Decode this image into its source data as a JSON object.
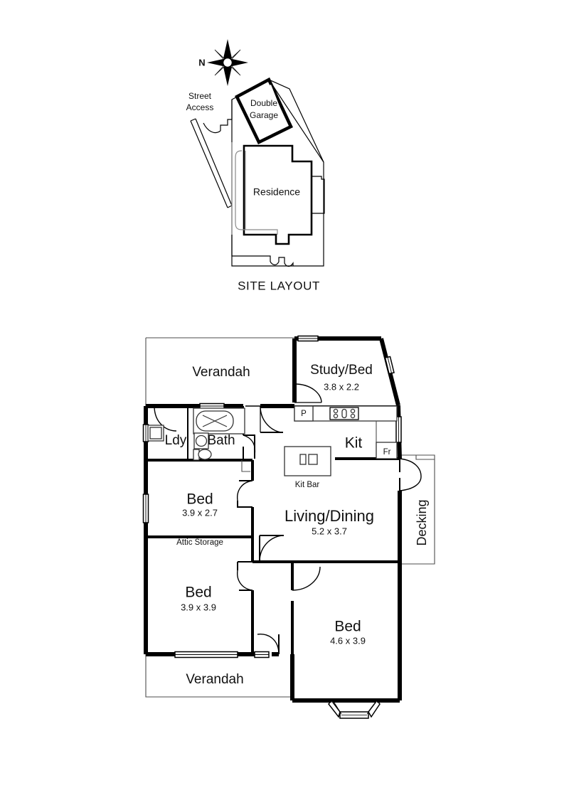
{
  "document": {
    "type": "floor-plan",
    "orientation": "portrait"
  },
  "site_layout": {
    "title": "SITE LAYOUT",
    "compass": {
      "label": "N",
      "icon": "compass-rose-icon"
    },
    "labels": {
      "street_access_line1": "Street",
      "street_access_line2": "Access",
      "garage_line1": "Double",
      "garage_line2": "Garage",
      "residence": "Residence"
    }
  },
  "floor_plan": {
    "rooms": [
      {
        "id": "verandah-front",
        "name": "Verandah",
        "dimensions": ""
      },
      {
        "id": "study-bed",
        "name": "Study/Bed",
        "dimensions": "3.8 x 2.2"
      },
      {
        "id": "laundry",
        "name": "Ldy",
        "dimensions": ""
      },
      {
        "id": "bathroom",
        "name": "Bath",
        "dimensions": ""
      },
      {
        "id": "kitchen",
        "name": "Kit",
        "dimensions": ""
      },
      {
        "id": "bed-1",
        "name": "Bed",
        "dimensions": "3.9 x 2.7"
      },
      {
        "id": "living-dining",
        "name": "Living/Dining",
        "dimensions": "5.2 x 3.7"
      },
      {
        "id": "bed-2",
        "name": "Bed",
        "dimensions": "3.9 x 3.9"
      },
      {
        "id": "bed-3",
        "name": "Bed",
        "dimensions": "4.6 x 3.9"
      },
      {
        "id": "verandah-rear",
        "name": "Verandah",
        "dimensions": ""
      },
      {
        "id": "decking",
        "name": "Decking",
        "dimensions": ""
      }
    ],
    "annotations": [
      {
        "id": "attic-storage",
        "text": "Attic Storage"
      },
      {
        "id": "kit-bar",
        "text": "Kit Bar"
      },
      {
        "id": "pantry",
        "text": "P"
      },
      {
        "id": "fridge",
        "text": "Fr"
      }
    ],
    "fixtures": [
      {
        "id": "bath-tub",
        "icon": "bathtub-icon"
      },
      {
        "id": "basin",
        "icon": "basin-icon"
      },
      {
        "id": "toilet",
        "icon": "toilet-icon"
      },
      {
        "id": "cooktop",
        "icon": "cooktop-icon"
      },
      {
        "id": "laundry-trough",
        "icon": "laundry-trough-icon"
      },
      {
        "id": "bay-window",
        "icon": "bay-window-icon"
      }
    ]
  },
  "colors": {
    "wall": "#000000",
    "background": "#ffffff",
    "hairline": "#4d4d4d",
    "site_outline_gray": "#8a8a8a"
  }
}
